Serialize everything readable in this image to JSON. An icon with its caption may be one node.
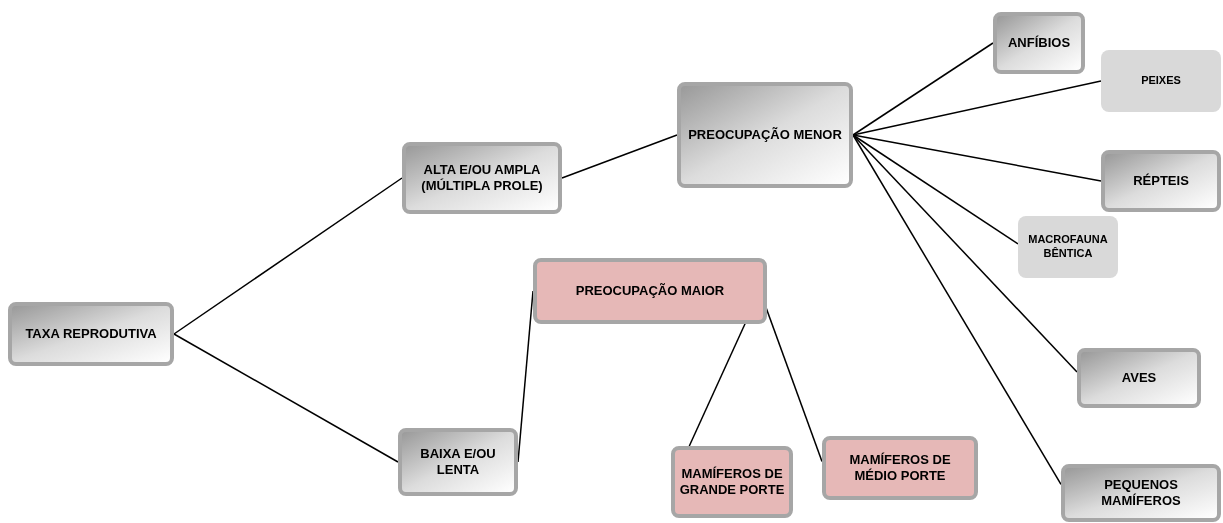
{
  "diagram": {
    "nodes": [
      {
        "text": [
          "TAXA REPRODUTIVA"
        ]
      },
      {
        "text": [
          "ALTA E/OU AMPLA (MÚLTIPLA PROLE)"
        ]
      },
      {
        "text": [
          "PREOCUPAÇÃO MENOR"
        ]
      },
      {
        "text": [
          "ANFÍBIOS"
        ]
      },
      {
        "text": [
          "PEIXES"
        ]
      },
      {
        "text": [
          "RÉPTEIS"
        ]
      },
      {
        "text": [
          "MACROFAUNA BÊNTICA"
        ]
      },
      {
        "text": [
          "PREOCUPAÇÃO MAIOR"
        ]
      },
      {
        "text": [
          "BAIXA E/OU LENTA"
        ]
      },
      {
        "text": [
          "AVES"
        ]
      },
      {
        "text": [
          "MAMÍFEROS DE GRANDE PORTE"
        ]
      },
      {
        "text": [
          "MAMÍFEROS DE MÉDIO PORTE"
        ]
      },
      {
        "text": [
          "PEQUENOS MAMÍFEROS"
        ]
      }
    ],
    "edges": [
      {
        "from": 0,
        "to": 1,
        "arrow": "none"
      },
      {
        "from": 0,
        "to": 8,
        "arrow": "none"
      },
      {
        "from": 1,
        "to": 2,
        "arrow": "none"
      },
      {
        "from": 8,
        "to": 7,
        "arrow": "none"
      },
      {
        "from": 2,
        "to": 3,
        "arrow": "none"
      },
      {
        "from": 2,
        "to": 4,
        "arrow": "none"
      },
      {
        "from": 2,
        "to": 5,
        "arrow": "none"
      },
      {
        "from": 2,
        "to": 6,
        "arrow": "none"
      },
      {
        "from": 2,
        "to": 9,
        "arrow": "none"
      },
      {
        "from": 2,
        "to": 12,
        "arrow": "none"
      },
      {
        "from": 7,
        "to": 10,
        "arrow": "none"
      },
      {
        "from": 7,
        "to": 11,
        "arrow": "none"
      }
    ]
  }
}
